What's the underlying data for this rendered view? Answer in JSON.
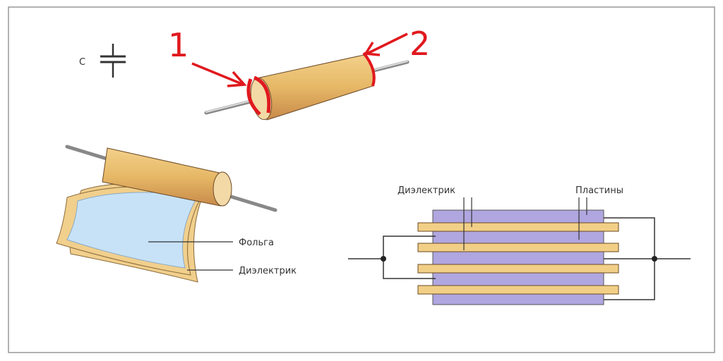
{
  "symbol": {
    "letter": "C"
  },
  "annotations": {
    "mark1": "1",
    "mark2": "2"
  },
  "rolled": {
    "foil_label": "Фольга",
    "dielectric_label": "Диэлектрик"
  },
  "layered": {
    "dielectric_label": "Диэлектрик",
    "plates_label": "Пластины"
  },
  "colors": {
    "annotation": "#e0191e",
    "cylinder": "#e2b25a",
    "plate": "#f2cf86",
    "dielectric": "#b0a6e0",
    "foil": "#c7e2f7"
  }
}
